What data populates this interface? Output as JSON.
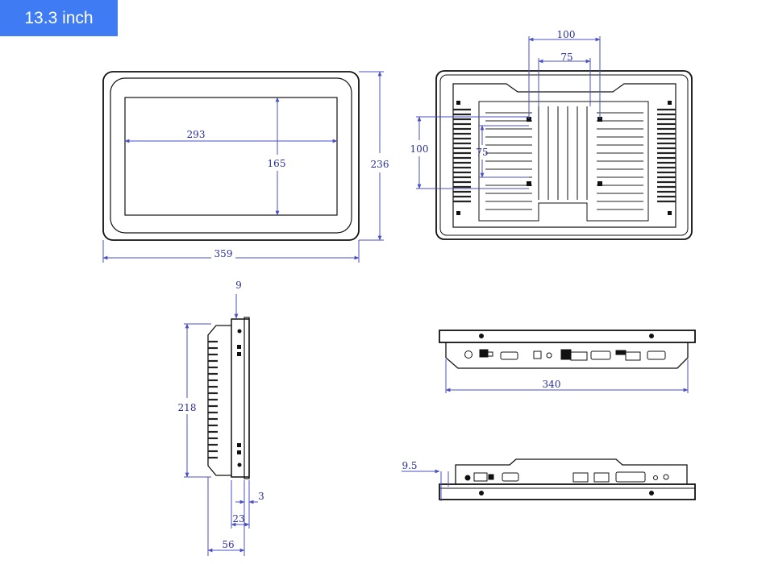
{
  "badge": {
    "label": "13.3 inch"
  },
  "front_view": {
    "screen_width": "293",
    "screen_height": "165",
    "outer_height": "236",
    "outer_width": "359"
  },
  "rear_view": {
    "vesa_outer_h": "100",
    "vesa_inner_h": "75",
    "vesa_outer_v": "100",
    "vesa_inner_v": "75"
  },
  "side_view": {
    "bezel_depth": "9",
    "height": "218",
    "panel_thickness": "3",
    "body_depth": "23",
    "total_depth": "56"
  },
  "bottom_view": {
    "cutout_width": "340"
  },
  "top_view": {
    "bezel_offset": "9.5"
  }
}
